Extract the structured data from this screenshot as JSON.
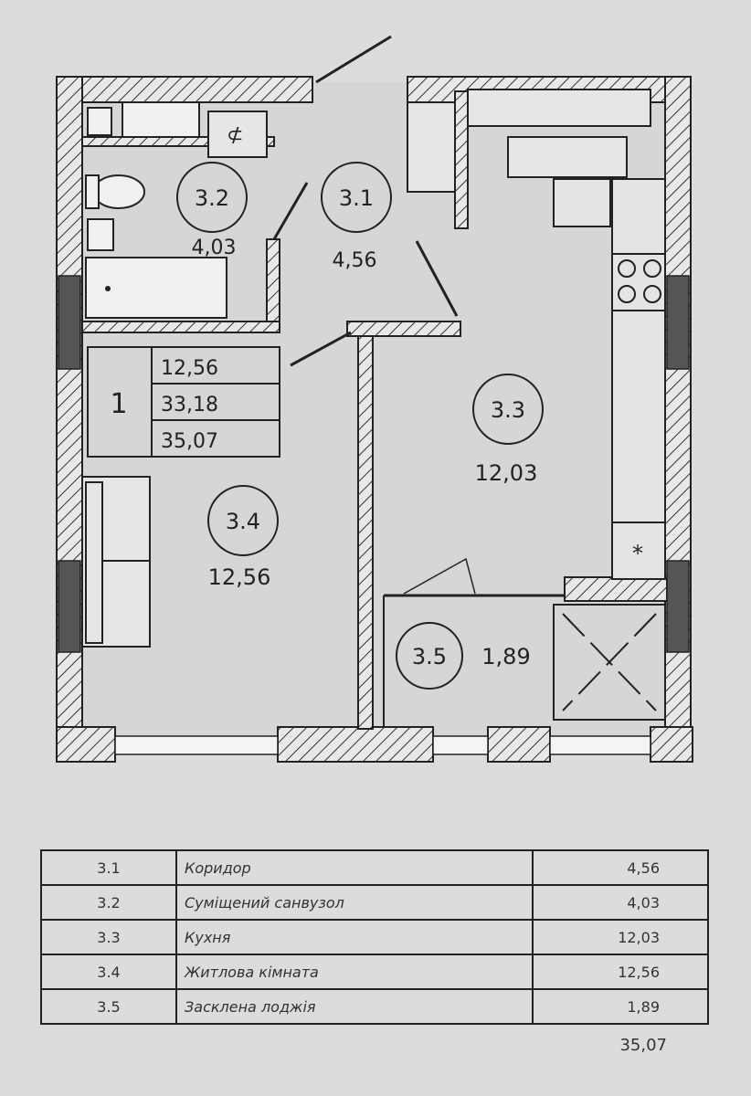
{
  "rooms": [
    {
      "id": "3.1",
      "area": "4,56",
      "name": "Коридор"
    },
    {
      "id": "3.2",
      "area": "4,03",
      "name": "Суміщений санвузол"
    },
    {
      "id": "3.3",
      "area": "12,03",
      "name": "Кухня"
    },
    {
      "id": "3.4",
      "area": "12,56",
      "name": "Житлова кімната"
    },
    {
      "id": "3.5",
      "area": "1,89",
      "name": "Засклена лоджія"
    }
  ],
  "apartment": {
    "rooms_count": "1",
    "living_area": "12,56",
    "area_without_loggia": "33,18",
    "total_area": "35,07"
  },
  "plan_table": {
    "rows": [
      {
        "num": "3.1",
        "name": "Коридор",
        "area": "4,56"
      },
      {
        "num": "3.2",
        "name": "Суміщений санвузол",
        "area": "4,03"
      },
      {
        "num": "3.3",
        "name": "Кухня",
        "area": "12,03"
      },
      {
        "num": "3.4",
        "name": "Житлова кімната",
        "area": "12,56"
      },
      {
        "num": "3.5",
        "name": "Засклена лоджія",
        "area": "1,89"
      }
    ],
    "total": "35,07"
  },
  "symbols": {
    "ventilation_mark": "⊄",
    "riser_mark": "*"
  }
}
